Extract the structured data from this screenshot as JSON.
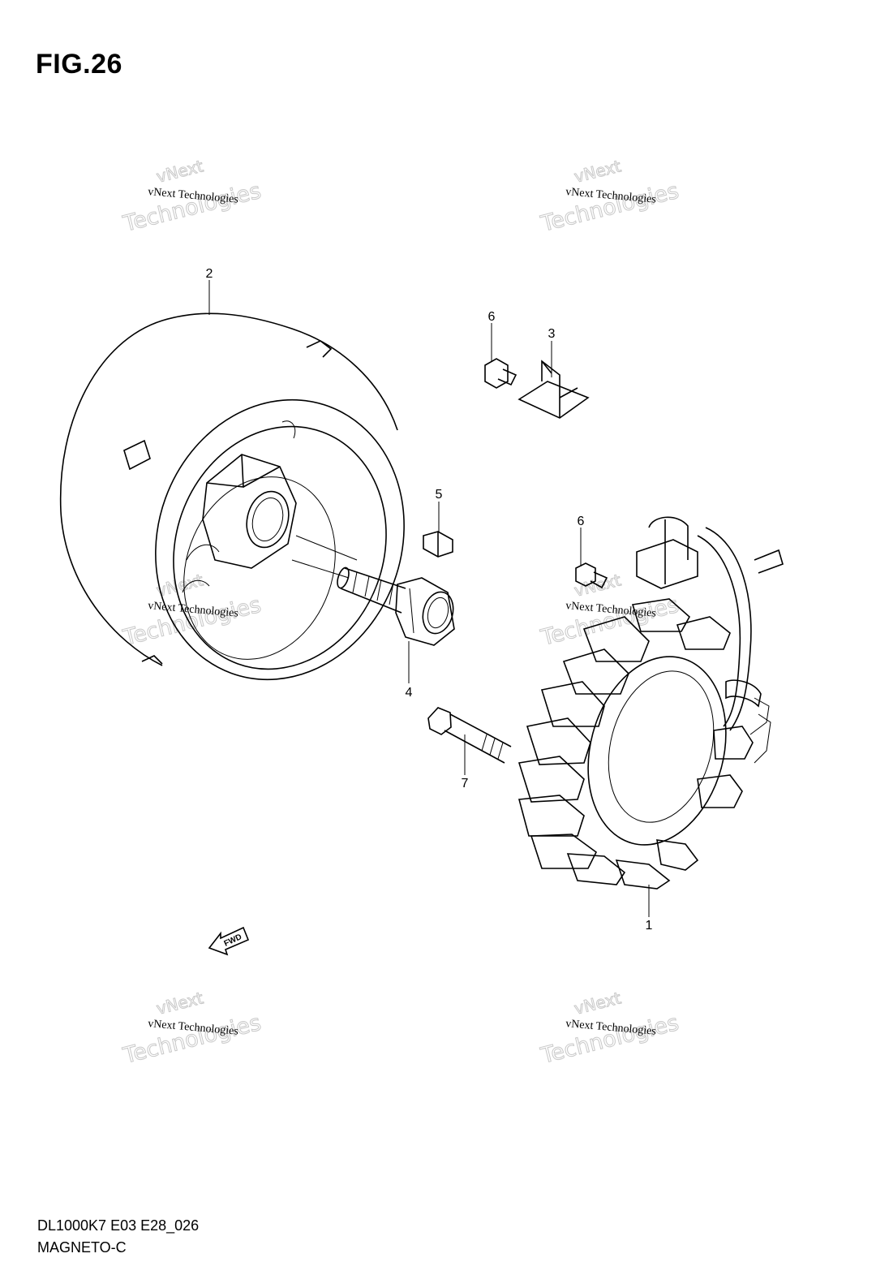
{
  "figure": {
    "title": "FIG.26"
  },
  "footer": {
    "model_code": "DL1000K7 E03 E28_026",
    "section_name": "MAGNETO-C"
  },
  "watermark": {
    "line1": "vNext Technologies",
    "line2": "vNext",
    "line3": "Technologies"
  },
  "callouts": {
    "rotor": "2",
    "bracket": "3",
    "bolt_top": "6",
    "key": "5",
    "bolt_stator_clamp": "6",
    "rotor_bolt": "4",
    "stator_bolt": "7",
    "stator": "1"
  },
  "fwd_label": "FWD"
}
